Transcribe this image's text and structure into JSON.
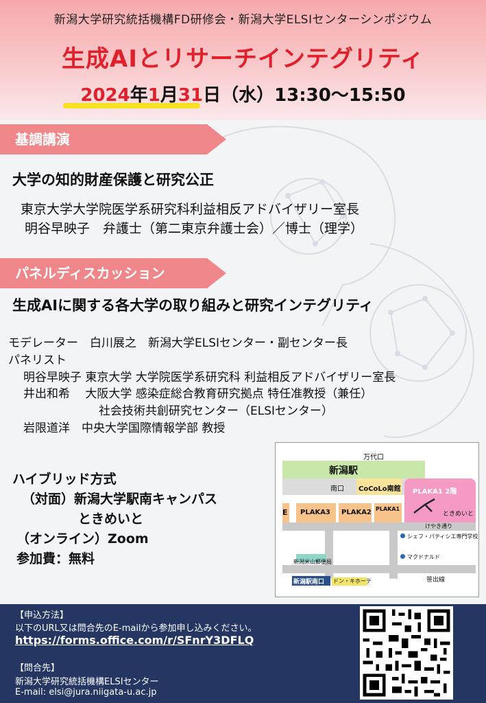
{
  "header": {
    "subtitle": "新潟大学研究統括機構FD研修会・新潟大学ELSIセンターシンポジウム",
    "title": "生成AIとリサーチインテグリティ",
    "date": {
      "year": "2024",
      "year_suffix": "年",
      "month": "1",
      "month_suffix": "月",
      "day": "31",
      "day_suffix": "日",
      "rest": "（水）13:30〜15:50"
    }
  },
  "keynote": {
    "tag": "基調講演",
    "title": "大学の知的財産保護と研究公正",
    "speaker_line1": "東京大学大学院医学系研究科利益相反アドバイザリー室長",
    "speaker_line2": "明谷早映子　弁護士（第二東京弁護士会）／博士（理学）"
  },
  "panel": {
    "tag": "パネルディスカッション",
    "title": "生成AIに関する各大学の取り組みと研究インテグリティ",
    "moderator": "モデレーター　白川展之　新潟大学ELSIセンター・副センター長",
    "panelists_label": "パネリスト",
    "panelist1": "明谷早映子 東京大学 大学院医学系研究科 利益相反アドバイザリー室長",
    "panelist2": "井出和希　 大阪大学 感染症総合教育研究拠点 特任准教授（兼任）",
    "panelist2b": "社会技術共創研究センター（ELSIセンター）",
    "panelist3": "岩限道洋　中央大学国際情報学部 教授"
  },
  "format": {
    "line1": "ハイブリッド方式",
    "line2": "（対面）新潟大学駅南キャンパス",
    "line3": "ときめいと",
    "line4": "（オンライン）Zoom",
    "line5": "参加費：無料"
  },
  "map": {
    "bandai": "万代口",
    "station": "新潟駅",
    "minamiguchi": "南口",
    "cocolo": "CoCoLo南館",
    "plaka1_2f": "PLAKA1 2階",
    "tokimeito": "ときめいと",
    "e_label": "E",
    "plaka3": "PLAKA3",
    "plaka2": "PLAKA2",
    "plaka1": "PLAKA1",
    "keyaki": "けやき通り",
    "chef": "シェフ・パティシエ専門学校",
    "post": "新潟米山郵便局",
    "mcd": "マクドナルド",
    "sasadeguchi": "笹出線",
    "minami_exit": "新潟駅南口",
    "donki": "ドン・キホーテ"
  },
  "footer": {
    "apply_label": "【申込方法】",
    "apply_text": "以下のURL又は問合先のE-mailから参加申し込みください。",
    "url": "https://forms.office.com/r/SFnrY3DFLQ",
    "contact_label": "【問合先】",
    "contact_org": "新潟大学研究統括機構ELSIセンター",
    "contact_email": "E-mail: elsi@jura.niigata-u.ac.jp"
  },
  "colors": {
    "accent_red": "#e0202a",
    "tag_pink": "#ee868a",
    "footer_navy": "#243661",
    "highlight_yellow": "#f5e100"
  }
}
